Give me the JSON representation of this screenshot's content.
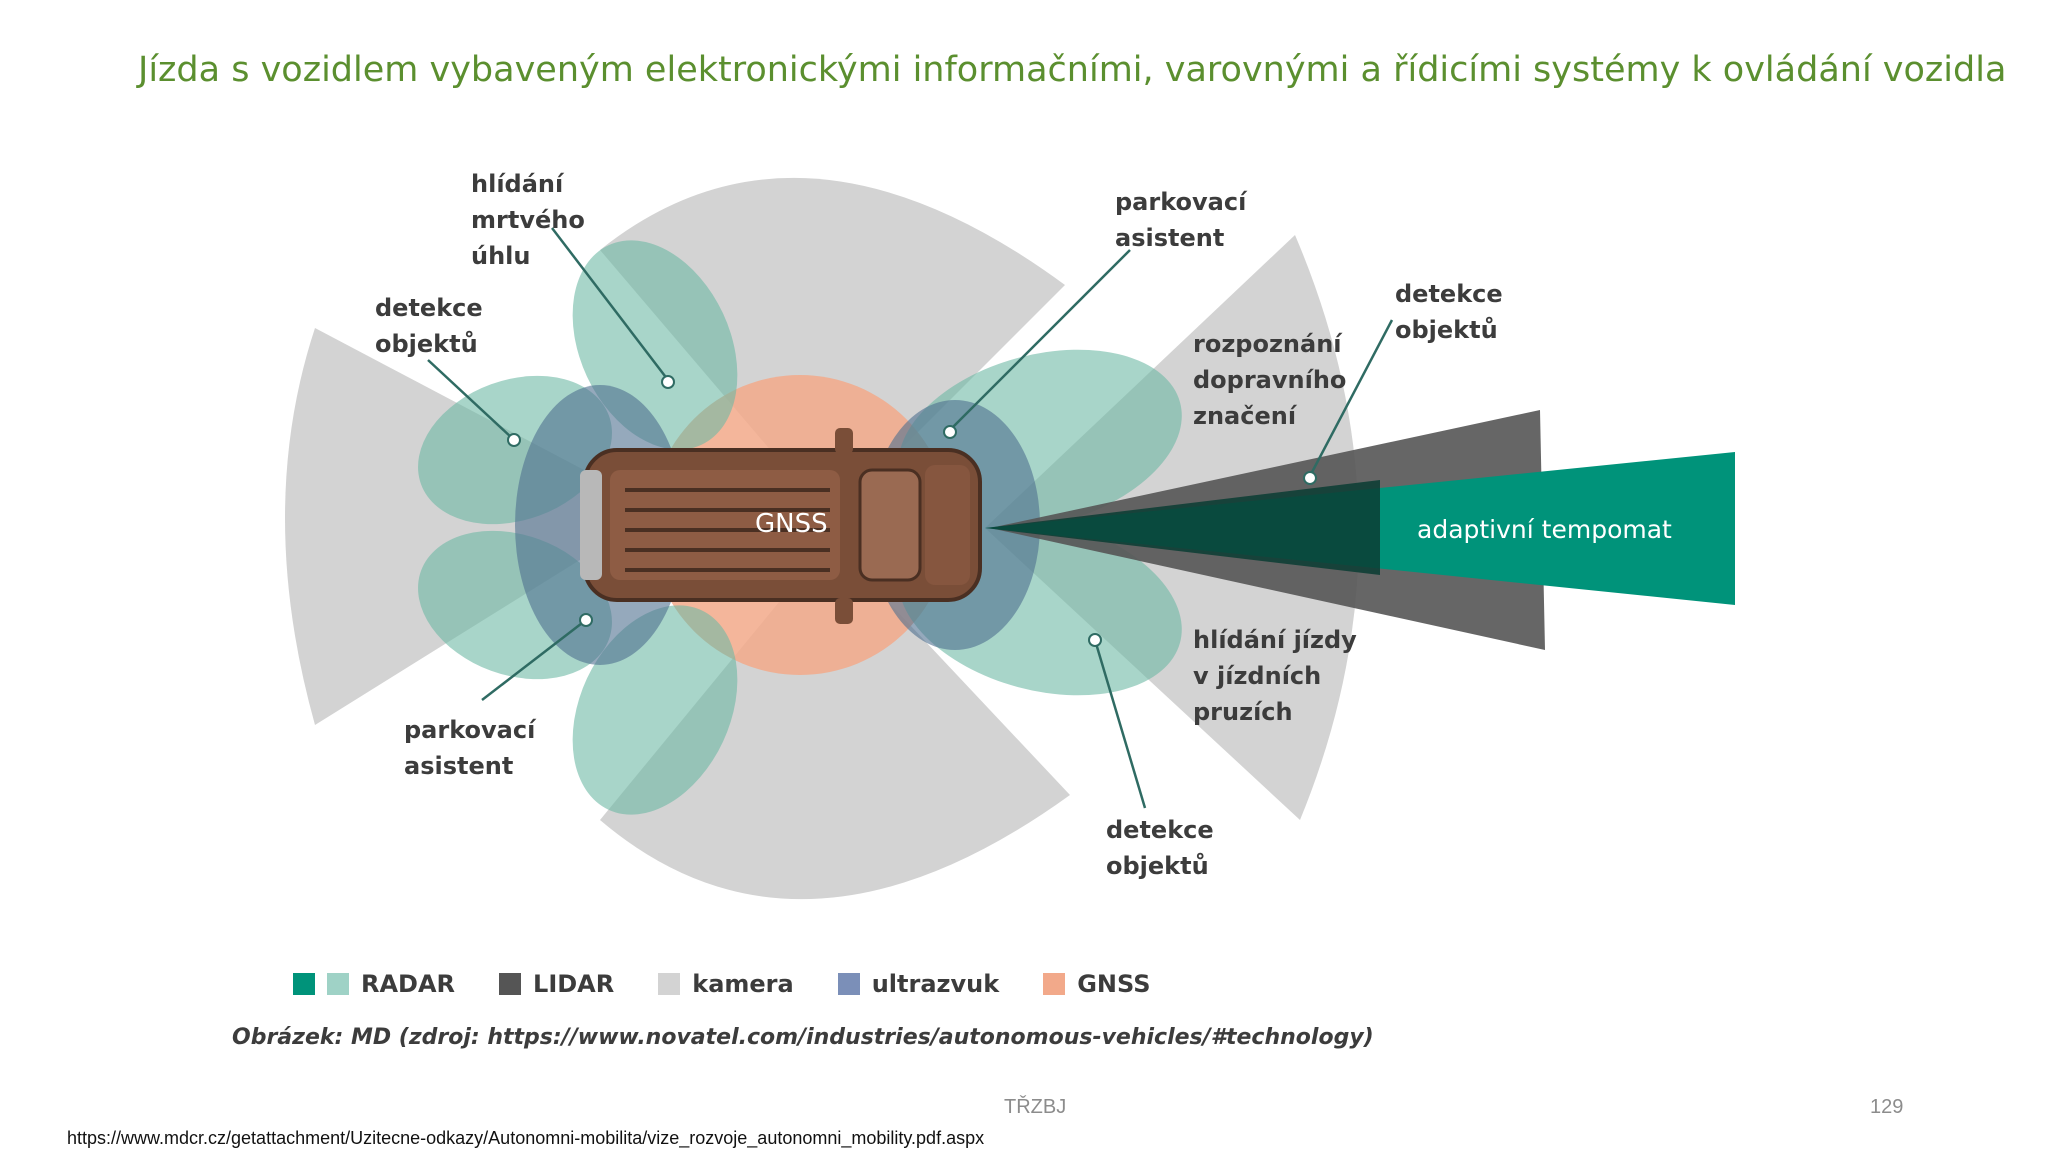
{
  "title": "Jízda s vozidlem vybaveným elektronickými informačními, varovnými a řídicími systémy k ovládání vozidla",
  "diagram": {
    "center_label": "GNSS",
    "labels": {
      "blind_spot": [
        "hlídání",
        "mrtvého",
        "úhlu"
      ],
      "object_detection_rear": [
        "detekce",
        "objektů"
      ],
      "parking_front": [
        "parkovací",
        "asistent"
      ],
      "object_detection_front": [
        "detekce",
        "objektů"
      ],
      "sign_recognition": [
        "rozpoznání",
        "dopravního",
        "značení"
      ],
      "adaptive_cruise": "adaptivní tempomat",
      "lane_keeping": [
        "hlídání jízdy",
        "v jízdních",
        "pruzích"
      ],
      "parking_rear": [
        "parkovací",
        "asistent"
      ],
      "object_detection_bottom": [
        "detekce",
        "objektů"
      ]
    }
  },
  "legend": {
    "radar": "RADAR",
    "lidar": "LIDAR",
    "camera": "kamera",
    "ultrasound": "ultrazvuk",
    "gnss": "GNSS"
  },
  "colors": {
    "radar_dark": "#00937a",
    "radar_light": "#9fd2c6",
    "lidar": "#555555",
    "camera": "#d3d3d3",
    "ultrasound": "#7b8fb8",
    "gnss": "#f2a98a",
    "title": "#5b8f2f"
  },
  "caption": "Obrázek: MD (zdroj: https://www.novatel.com/industries/autonomous-vehicles/#technology)",
  "footer": {
    "center": "TŘZBJ",
    "page": "129",
    "url": "https://www.mdcr.cz/getattachment/Uzitecne-odkazy/Autonomni-mobilita/vize_rozvoje_autonomni_mobility.pdf.aspx"
  }
}
